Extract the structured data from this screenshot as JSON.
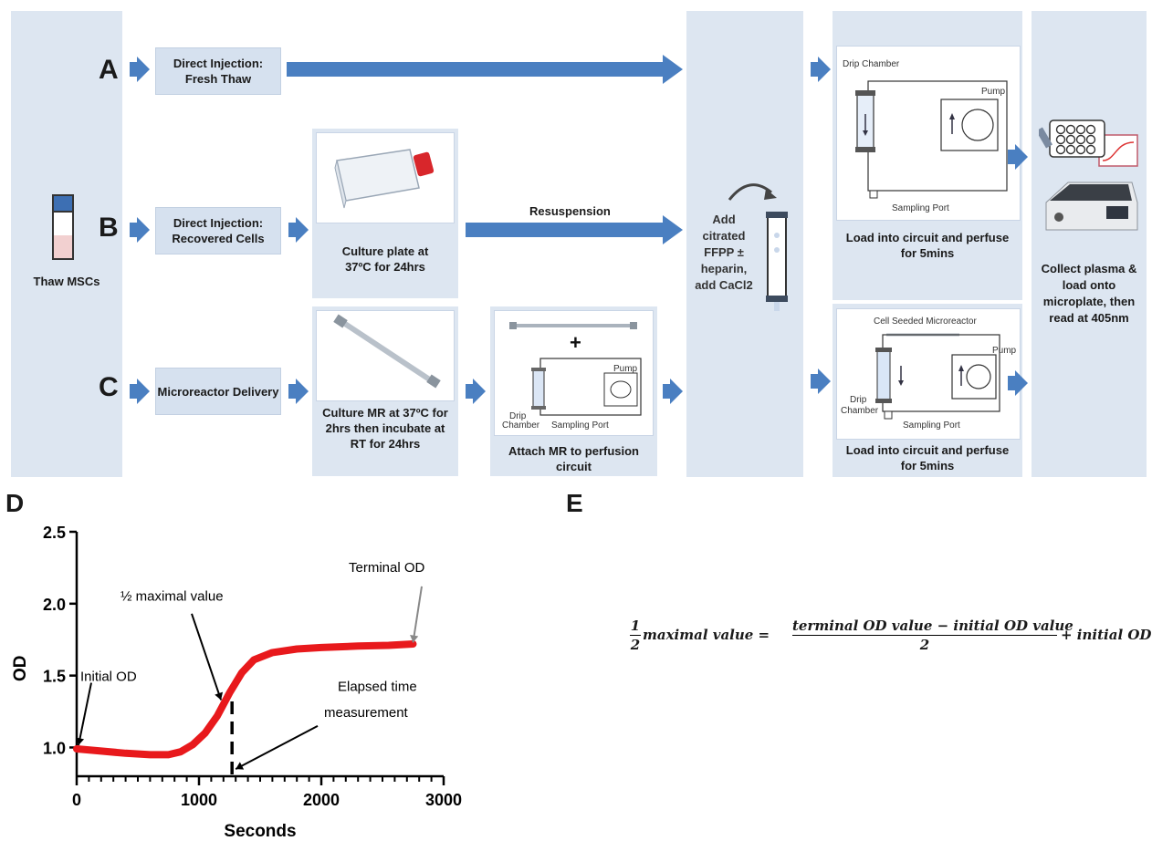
{
  "panels": {
    "d": "D",
    "e": "E"
  },
  "rows": {
    "a": "A",
    "b": "B",
    "c": "C"
  },
  "thaw_label": "Thaw MSCs",
  "steps": {
    "a_inject": "Direct Injection: Fresh Thaw",
    "b_inject": "Direct Injection: Recovered Cells",
    "c_inject": "Microreactor Delivery",
    "culture_plate": "Culture plate at 37ºC for 24hrs",
    "resuspension": "Resuspension",
    "culture_mr": "Culture MR at 37ºC for 2hrs then incubate at RT for 24hrs",
    "attach_mr": "Attach MR to perfusion circuit",
    "add_ffpp": "Add citrated FFPP ± heparin, add CaCl2",
    "load_top": "Load into circuit and perfuse for 5mins",
    "load_bottom": "Load into circuit and perfuse for 5mins",
    "collect": "Collect plasma & load onto microplate, then read at 405nm"
  },
  "circuit_labels": {
    "drip_chamber": "Drip Chamber",
    "pump": "Pump",
    "sampling_port": "Sampling Port",
    "cell_seeded": "Cell Seeded Microreactor",
    "drip": "Drip",
    "chamber": "Chamber",
    "plus": "+"
  },
  "chart_data": {
    "type": "line",
    "xlabel": "Seconds",
    "ylabel": "OD",
    "xlim": [
      0,
      3000
    ],
    "ylim": [
      0.8,
      2.5
    ],
    "xticks": [
      0,
      1000,
      2000,
      3000
    ],
    "yticks": [
      1.0,
      1.5,
      2.0,
      2.5
    ],
    "series": [
      {
        "color": "#e8191c",
        "points": [
          [
            0,
            0.99
          ],
          [
            200,
            0.975
          ],
          [
            400,
            0.96
          ],
          [
            600,
            0.95
          ],
          [
            750,
            0.95
          ],
          [
            850,
            0.97
          ],
          [
            950,
            1.02
          ],
          [
            1050,
            1.1
          ],
          [
            1150,
            1.22
          ],
          [
            1250,
            1.38
          ],
          [
            1350,
            1.52
          ],
          [
            1450,
            1.61
          ],
          [
            1600,
            1.66
          ],
          [
            1800,
            1.685
          ],
          [
            2000,
            1.695
          ],
          [
            2300,
            1.705
          ],
          [
            2550,
            1.71
          ],
          [
            2750,
            1.72
          ]
        ]
      }
    ],
    "annotations": {
      "initial": "Initial OD",
      "half": "½ maximal value",
      "terminal": "Terminal OD",
      "elapsed_line1": "Elapsed time",
      "elapsed_line2": "measurement"
    },
    "half_time": 1270
  },
  "formula": {
    "frac_num": "1",
    "frac_den": "2",
    "lhs": "maximal value =",
    "numerator": "terminal OD value − initial OD value",
    "denominator": "2",
    "tail": "+ initial OD"
  },
  "colors": {
    "arrow": "#4a7fc1",
    "panel": "#dde6f1",
    "curve": "#e8191c"
  }
}
